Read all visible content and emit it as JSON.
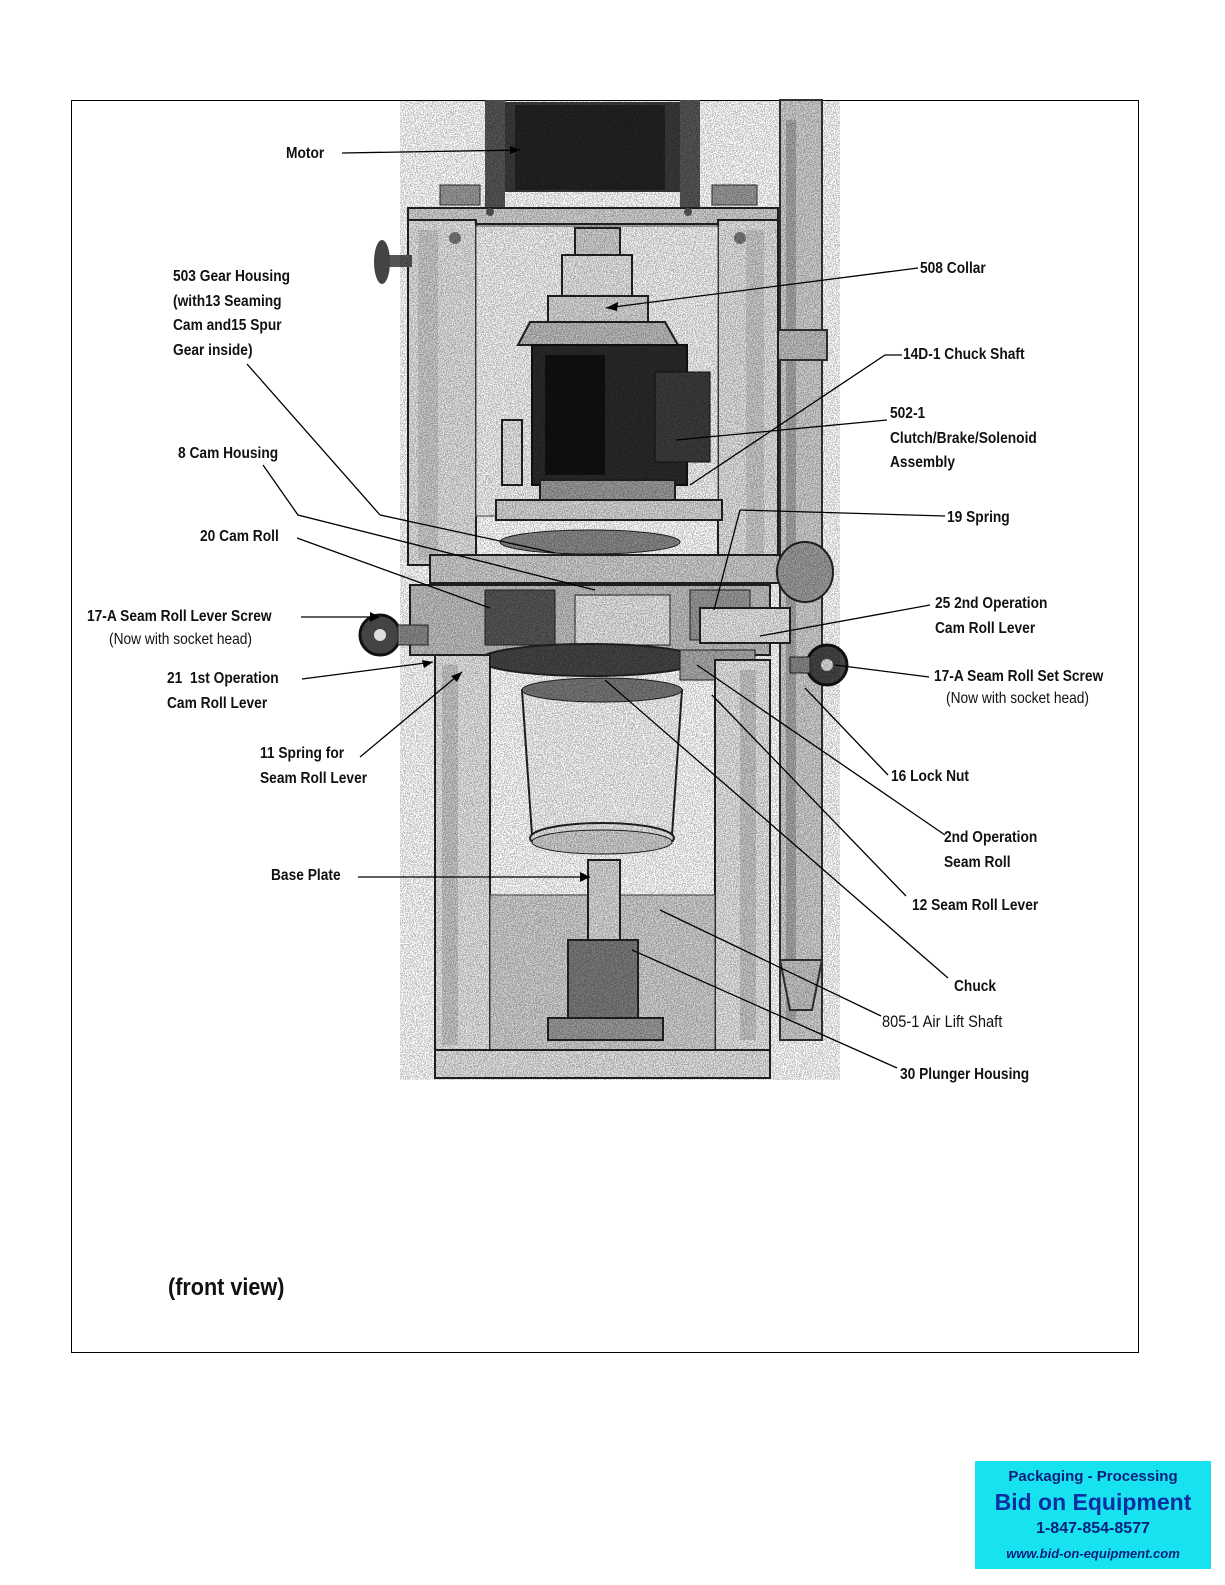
{
  "labels": {
    "motor": "Motor",
    "gear_housing": "503 Gear Housing\n(with13 Seaming\nCam and15 Spur\nGear inside)",
    "collar": "508 Collar",
    "chuck_shaft": "14D-1 Chuck Shaft",
    "clutch_brake": "502-1\nClutch/Brake/Solenoid\nAssembly",
    "cam_housing": "8 Cam Housing",
    "spring_19": "19 Spring",
    "cam_roll": "20 Cam Roll",
    "seam_roll_lever_screw": "17-A Seam Roll Lever Screw",
    "seam_roll_lever_screw_note": "(Now with socket head)",
    "second_op_cam_roll_lever": "25 2nd Operation\nCam Roll Lever",
    "first_op_cam_roll_lever": "21  1st Operation\nCam Roll Lever",
    "seam_roll_set_screw": "17-A Seam Roll Set Screw",
    "seam_roll_set_screw_note": "(Now with socket head)",
    "spring_for_lever": "11 Spring for\nSeam Roll Lever",
    "lock_nut": "16 Lock Nut",
    "second_op_seam_roll": "2nd Operation\nSeam Roll",
    "base_plate": "Base Plate",
    "seam_roll_lever": "12 Seam Roll Lever",
    "chuck": "Chuck",
    "air_lift_shaft": "805-1 Air Lift Shaft",
    "plunger_housing": "30 Plunger Housing",
    "view": "(front view)"
  },
  "badge": {
    "line1": "Packaging - Processing",
    "line2": "Bid on Equipment",
    "line3": "1-847-854-8577",
    "line4": "www.bid-on-equipment.com"
  }
}
